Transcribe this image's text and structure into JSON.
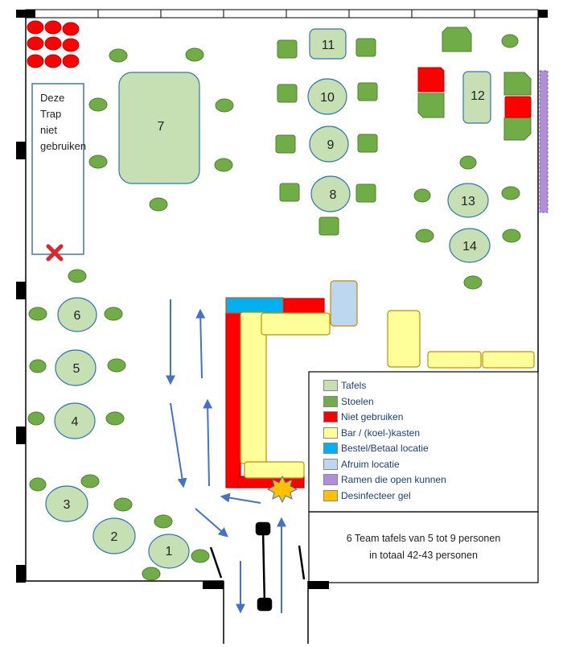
{
  "colors": {
    "table": "#c6e0b4",
    "chair": "#70ad47",
    "not_used": "#ff0000",
    "bar": "#ffff99",
    "order_pay": "#00b0f0",
    "clear": "#bdd7ee",
    "windows": "#b18fd8",
    "disinfect": "#ffc000",
    "arrow": "#4472c4"
  },
  "trap_label": "Deze Trap niet gebruiken",
  "tables": [
    "1",
    "2",
    "3",
    "4",
    "5",
    "6",
    "7",
    "8",
    "9",
    "10",
    "11",
    "12",
    "13",
    "14"
  ],
  "legend": {
    "items": [
      {
        "label": "Tafels",
        "color": "#c6e0b4"
      },
      {
        "label": "Stoelen",
        "color": "#70ad47"
      },
      {
        "label": "Niet gebruiken",
        "color": "#ff0000"
      },
      {
        "label": "Bar / (koel-)kasten",
        "color": "#ffff99"
      },
      {
        "label": "Bestel/Betaal locatie",
        "color": "#00b0f0"
      },
      {
        "label": "Afruim locatie",
        "color": "#bdd7ee"
      },
      {
        "label": "Ramen die open kunnen",
        "color": "#b18fd8"
      },
      {
        "label": "Desinfecteer gel",
        "color": "#ffc000"
      }
    ]
  },
  "note": {
    "line1": "6 Team tafels van 5 tot 9 personen",
    "line2": "in totaal 42-43 personen"
  }
}
